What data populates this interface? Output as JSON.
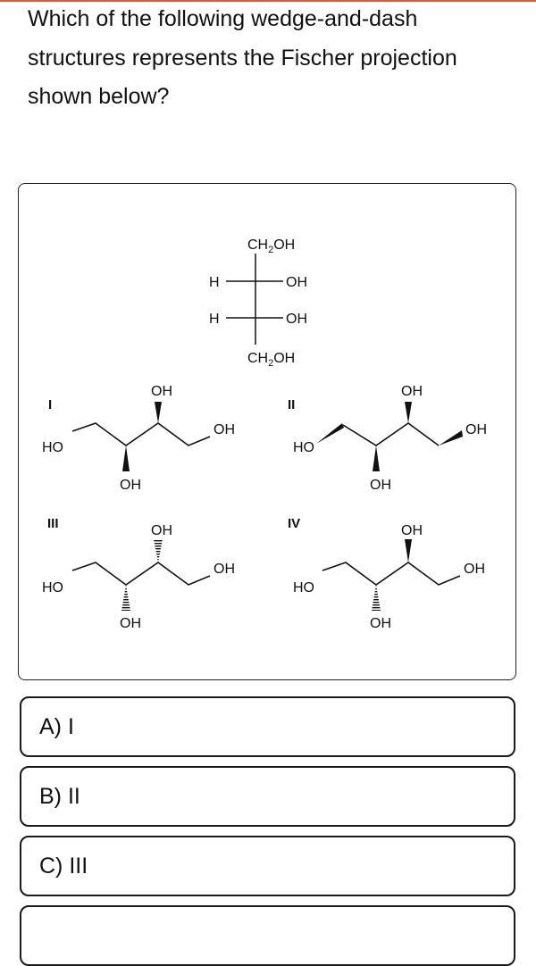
{
  "question": {
    "line1": "Which of the following wedge-and-dash",
    "line2": "structures represents the Fischer projection",
    "line3": "shown below?"
  },
  "fischer": {
    "top": "CH2OH",
    "bottom": "CH2OH",
    "row1_left": "H",
    "row1_right": "OH",
    "row2_left": "H",
    "row2_right": "OH"
  },
  "structures": [
    {
      "label": "I",
      "left_group": "HO",
      "right_group": "OH",
      "upper_group": "OH",
      "lower_group": "OH"
    },
    {
      "label": "II",
      "left_group": "HO",
      "right_group": "OH",
      "upper_group": "OH",
      "lower_group": "OH"
    },
    {
      "label": "III",
      "left_group": "HO",
      "right_group": "OH",
      "upper_group": "OH",
      "lower_group": "OH"
    },
    {
      "label": "IV",
      "left_group": "HO",
      "right_group": "OH",
      "upper_group": "OH",
      "lower_group": "OH"
    }
  ],
  "options": [
    {
      "label": "A) I"
    },
    {
      "label": "B) II"
    },
    {
      "label": "C) III"
    }
  ]
}
